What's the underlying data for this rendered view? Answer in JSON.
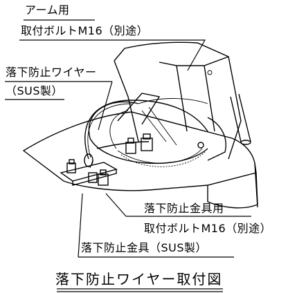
{
  "labels": {
    "arm_line1": "アーム用",
    "arm_line2": "取付ボルトM16（別途）",
    "wire_line1": "落下防止ワイヤー",
    "wire_line2": "（SUS製）",
    "fitting_line1": "落下防止金具用",
    "fitting_line2": "取付ボルトM16（別途）",
    "fitting_line3": "落下防止金具（SUS製）"
  },
  "title": "落下防止ワイヤー取付図"
}
